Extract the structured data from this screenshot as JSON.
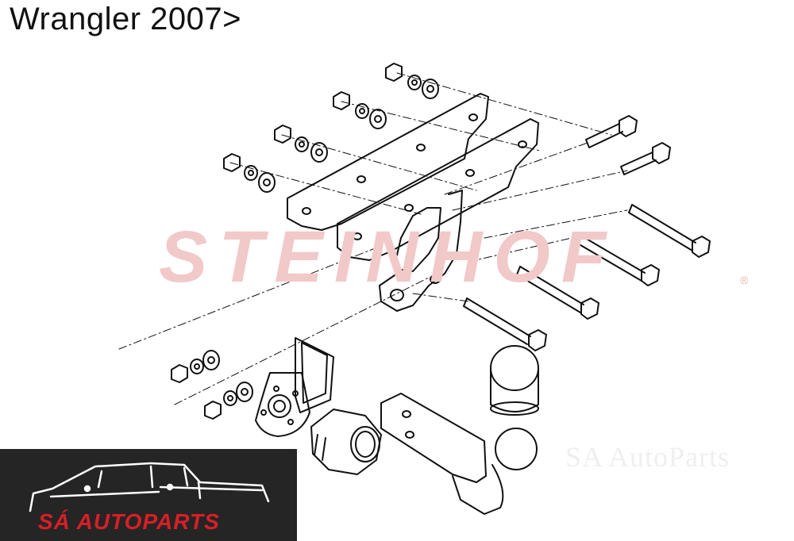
{
  "title": "Wrangler 2007>",
  "watermark": {
    "brand": "STEINHOF",
    "registered": "®",
    "faint_text": "SA AutoParts"
  },
  "logo": {
    "text": "SÁ AUTOPARTS"
  },
  "colors": {
    "line": "#111111",
    "watermark": "#f1c9c9",
    "logo_bg": "#252525",
    "logo_red": "#d81f26"
  }
}
